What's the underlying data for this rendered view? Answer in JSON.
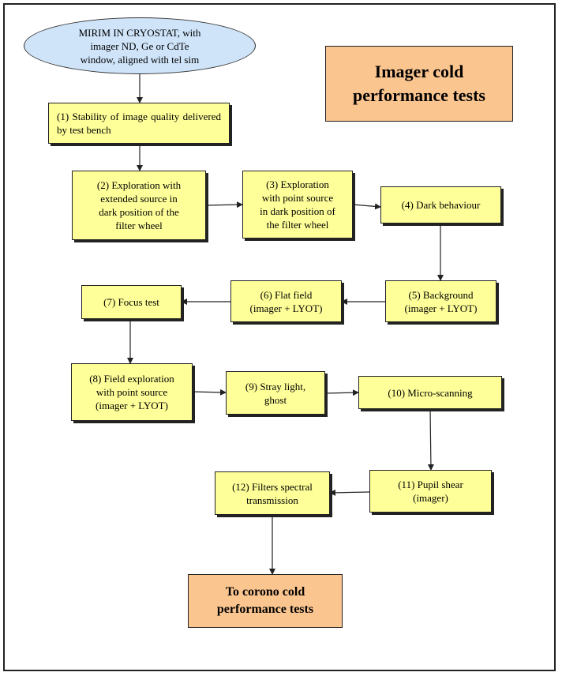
{
  "start": "MIRIM IN CRYOSTAT, with\nimager ND, Ge or CdTe\nwindow, aligned with tel sim",
  "title": "Imager cold\nperformance tests",
  "steps": {
    "s1": "(1)  Stability  of  image  quality delivered by test bench",
    "s2": "(2) Exploration with\nextended source in\ndark position of the\nfilter wheel",
    "s3": "(3) Exploration\nwith point source\nin dark position of\nthe filter wheel",
    "s4": "(4) Dark behaviour",
    "s5": "(5) Background\n(imager + LYOT)",
    "s6": "(6) Flat field\n(imager + LYOT)",
    "s7": "(7) Focus test",
    "s8": "(8) Field exploration\nwith point source\n(imager + LYOT)",
    "s9": "(9) Stray light,\nghost",
    "s10": "(10) Micro-scanning",
    "s11": "(11) Pupil shear\n(imager)",
    "s12": "(12) Filters spectral\ntransmission"
  },
  "end": "To corono cold\nperformance tests",
  "colors": {
    "step_fill": "#ffff99",
    "title_fill": "#fbc590",
    "start_fill": "#cfe4f9",
    "stroke": "#222222"
  }
}
